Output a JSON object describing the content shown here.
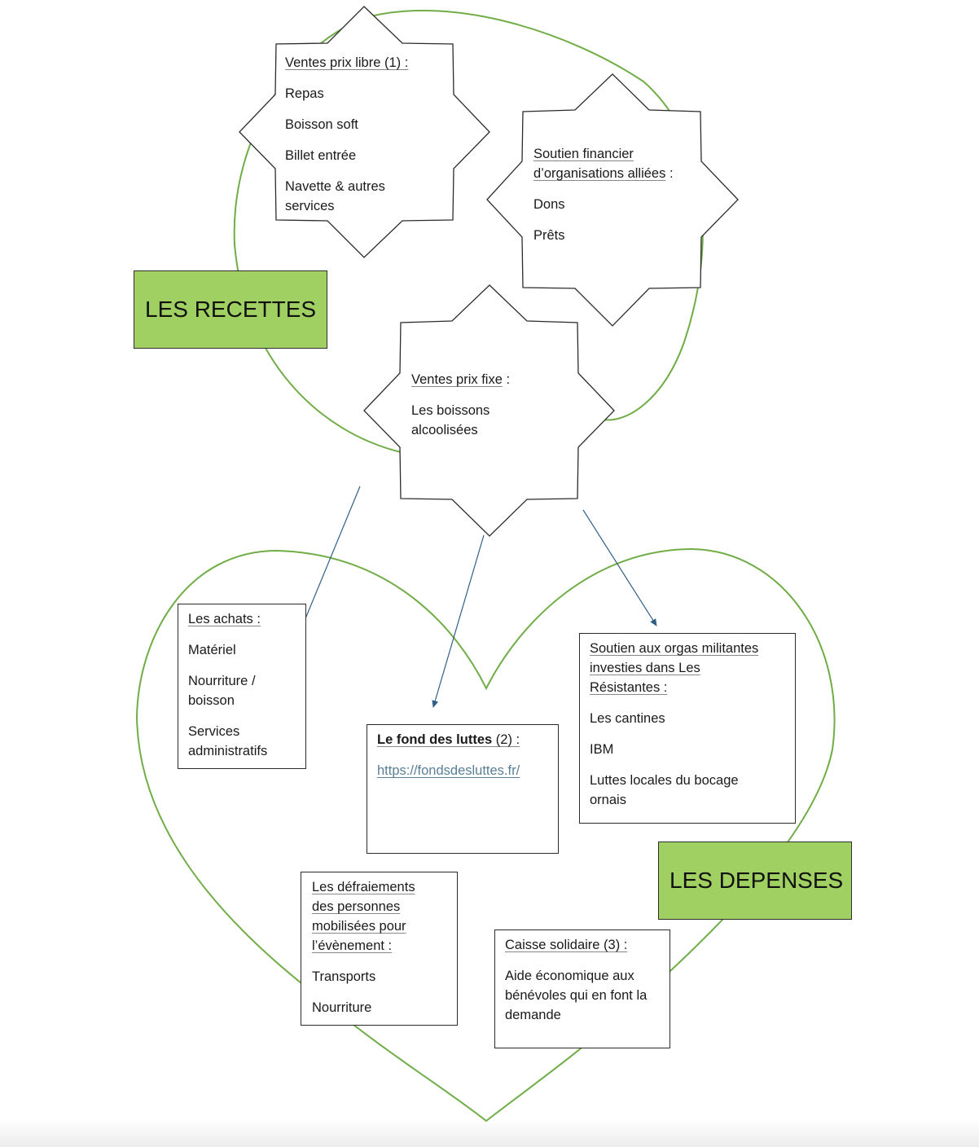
{
  "recettes": {
    "label": "LES RECETTES",
    "ventes_prix_libre": {
      "title": "Ventes prix libre",
      "suffix": " (1) :",
      "items": [
        "Repas",
        "Boisson soft",
        "Billet entrée",
        "Navette & autres",
        "services"
      ]
    },
    "soutien_financier": {
      "title_line1": "Soutien financier",
      "title_line2": "d’organisations alliées",
      "suffix": " :",
      "items": [
        "Dons",
        "Prêts"
      ]
    },
    "ventes_prix_fixe": {
      "title": "Ventes prix fixe",
      "suffix": " :",
      "items": [
        "Les boissons",
        "alcoolisées"
      ]
    }
  },
  "depenses": {
    "label": "LES DEPENSES",
    "achats": {
      "title": "Les achats :",
      "items": [
        "Matériel",
        "Nourriture /",
        "boisson",
        "Services",
        "administratifs"
      ]
    },
    "fond_des_luttes": {
      "title": "Le fond des luttes",
      "suffix": " (2) :",
      "link": "https://fondsdesluttes.fr/"
    },
    "soutien_orgas": {
      "title_lines": [
        "Soutien aux orgas militantes",
        "investies dans Les",
        "Résistantes :"
      ],
      "items": [
        "Les cantines",
        "IBM",
        "Luttes locales du bocage",
        "ornais"
      ]
    },
    "defraiements": {
      "title_lines": [
        "Les défraiements",
        "des personnes",
        "mobilisées pour",
        "l’évènement :"
      ],
      "items": [
        "Transports",
        "Nourriture"
      ]
    },
    "caisse_solidaire": {
      "title": "Caisse solidaire (3) :",
      "items": [
        "Aide économique aux",
        "bénévoles qui en font la",
        "demande"
      ]
    }
  },
  "colors": {
    "heart_outline": "#70ad47",
    "label_fill": "#9fd061",
    "arrow": "#2f5f86",
    "shape_stroke": "#2b2b2b"
  }
}
